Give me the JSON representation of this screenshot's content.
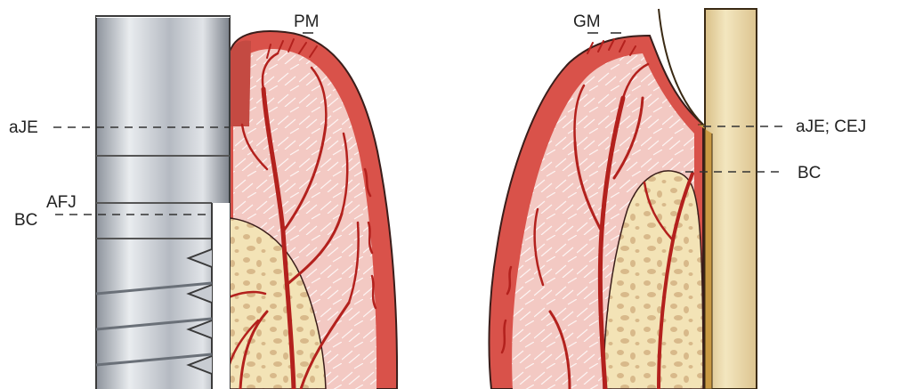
{
  "labels": {
    "pm": "PM",
    "gm": "GM",
    "aje_left": "aJE",
    "afj": "AFJ",
    "bc_left": "BC",
    "aje_cej_right": "aJE; CEJ",
    "bc_right": "BC"
  },
  "colors": {
    "mucosa_red": "#d9524a",
    "dark_outline": "#3a1d1a",
    "vessel": "#b3211d",
    "connective_tissue": "#f3c9c3",
    "bone": "#f3e3b6",
    "bone_marrow": "#d8b98a",
    "tooth_root": "#ecd9a6",
    "implant_metal": "#c8ccd2",
    "dash_line": "#333333"
  },
  "icons": {
    "implant": "dental-implant-icon",
    "tooth": "natural-tooth-icon"
  }
}
